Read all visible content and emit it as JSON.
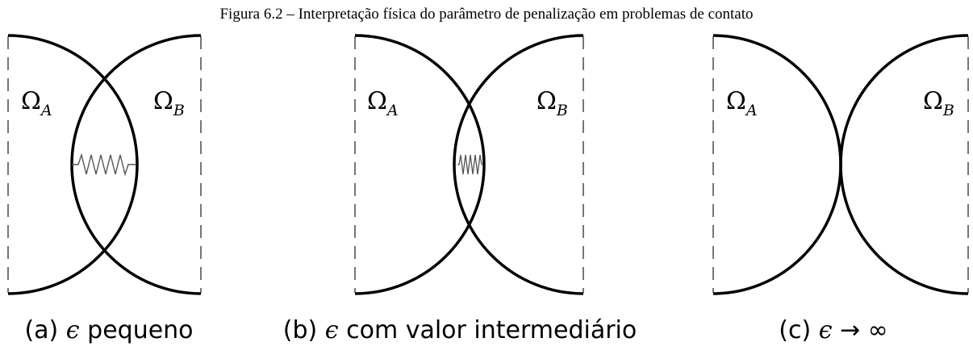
{
  "figure": {
    "title": "Figura 6.2 – Interpretação física do parâmetro de penalização em problemas de contato"
  },
  "panels": [
    {
      "domain_a": {
        "symbol": "Ω",
        "subscript": "A"
      },
      "domain_b": {
        "symbol": "Ω",
        "subscript": "B"
      },
      "caption": {
        "prefix": "(a) ",
        "symbol": "ϵ",
        "text": " pequeno"
      },
      "spring": "wide"
    },
    {
      "domain_a": {
        "symbol": "Ω",
        "subscript": "A"
      },
      "domain_b": {
        "symbol": "Ω",
        "subscript": "B"
      },
      "caption": {
        "prefix": "(b) ",
        "symbol": "ϵ",
        "text": " com valor intermediário"
      },
      "spring": "narrow"
    },
    {
      "domain_a": {
        "symbol": "Ω",
        "subscript": "A"
      },
      "domain_b": {
        "symbol": "Ω",
        "subscript": "B"
      },
      "caption": {
        "prefix": "(c) ",
        "symbol": "ϵ",
        "text": " → ∞"
      },
      "spring": "none"
    }
  ]
}
